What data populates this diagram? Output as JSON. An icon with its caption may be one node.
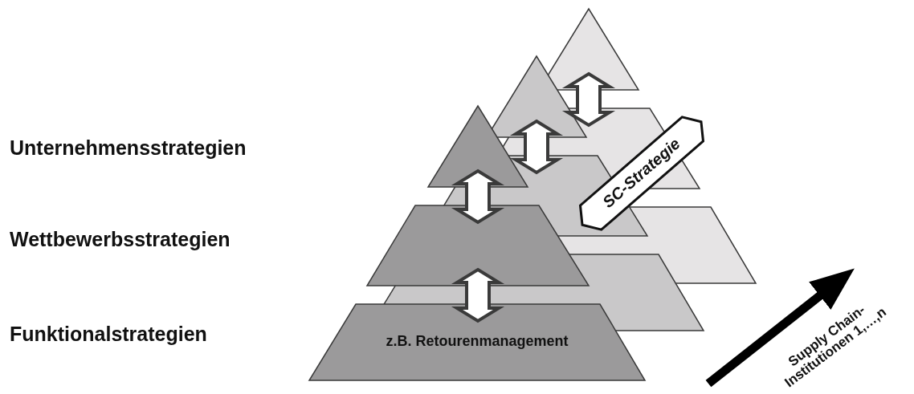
{
  "diagram": {
    "nodes": [
      {
        "text": [],
        "shape": "triangle"
      },
      {
        "text": [],
        "shape": "trapezoid"
      },
      {
        "text": [],
        "shape": "trapezoid"
      },
      {
        "text": [],
        "shape": "triangle"
      },
      {
        "text": [],
        "shape": "trapezoid"
      },
      {
        "text": [],
        "shape": "trapezoid"
      },
      {
        "text": [],
        "shape": "triangle"
      },
      {
        "text": [],
        "shape": "trapezoid"
      },
      {
        "text": [
          "z.B. Retourenmanagement"
        ]
      },
      {
        "text": [
          "SC-Strategie"
        ]
      }
    ],
    "edges": [
      {
        "from": 0,
        "to": 1,
        "arrow": "both"
      },
      {
        "from": 3,
        "to": 4,
        "arrow": "both"
      },
      {
        "from": 6,
        "to": 7,
        "arrow": "both"
      },
      {
        "from": 7,
        "to": 8,
        "arrow": "both"
      }
    ],
    "labels": [
      "Unternehmensstrategien",
      "Wettbewerbsstrategien",
      "Funktionalstrategien",
      "Supply Chain- Institutionen 1,…,n"
    ]
  }
}
